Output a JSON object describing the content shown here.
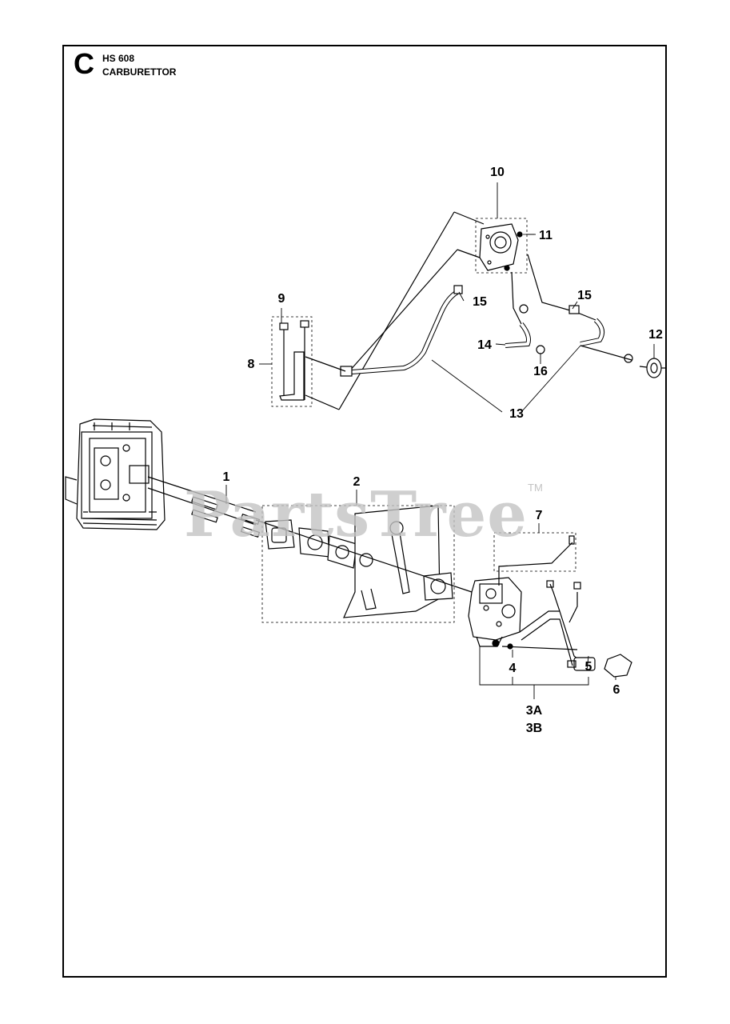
{
  "header": {
    "section_letter": "C",
    "model": "HS 608",
    "title": "CARBURETTOR"
  },
  "watermark": {
    "text": "PartsTree",
    "trademark": "TM"
  },
  "callouts": [
    "1",
    "2",
    "3A",
    "3B",
    "4",
    "5",
    "6",
    "7",
    "8",
    "9",
    "10",
    "11",
    "12",
    "13",
    "14",
    "15",
    "15",
    "16"
  ]
}
